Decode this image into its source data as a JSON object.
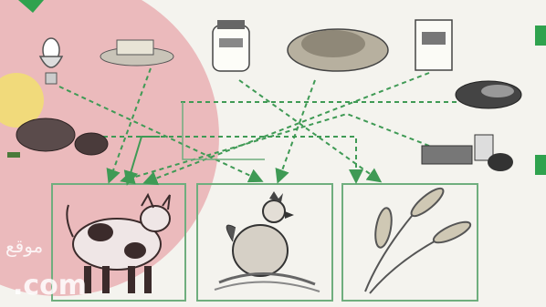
{
  "watermark": {
    "arabic_text": "موقع",
    "suffix_text": ".com",
    "circle_color": "#e48a93"
  },
  "diagram": {
    "arrow_color": "#3f9a55",
    "box_border_color": "#6fae7e",
    "food_items": [
      "egg-in-cup",
      "butter-dish",
      "milk-jar",
      "roast-chicken",
      "milk-carton",
      "bread-loaf",
      "cheese-and-milk",
      "meat-cuts"
    ],
    "sources": [
      "cow",
      "hen",
      "wheat"
    ]
  }
}
